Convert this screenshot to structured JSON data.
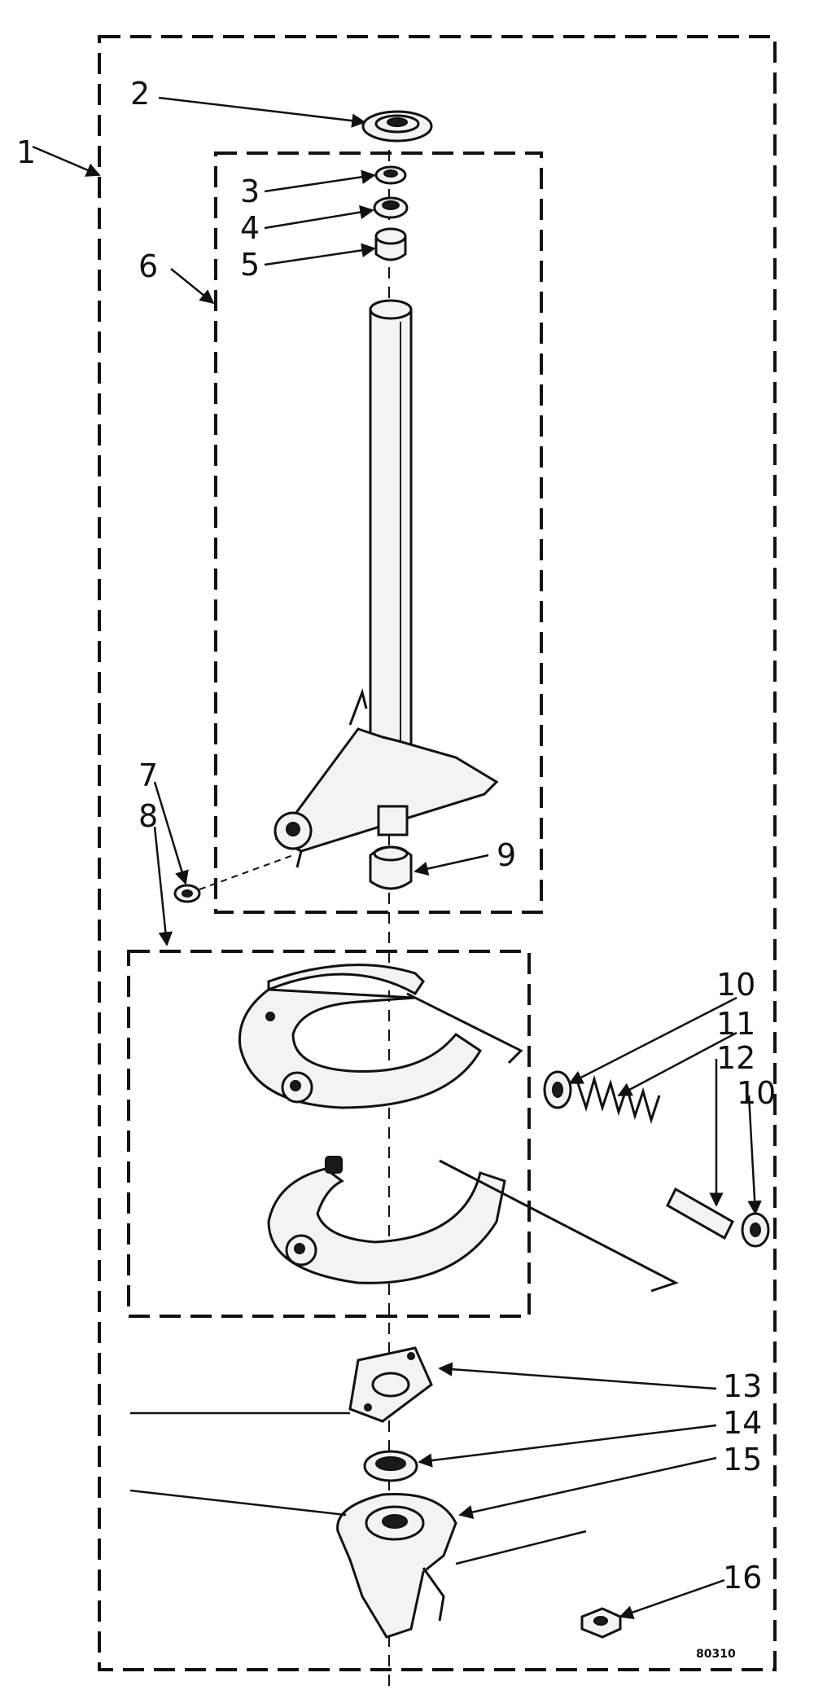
{
  "callouts": [
    {
      "id": "c1",
      "label": "1"
    },
    {
      "id": "c2",
      "label": "2"
    },
    {
      "id": "c3",
      "label": "3"
    },
    {
      "id": "c4",
      "label": "4"
    },
    {
      "id": "c5",
      "label": "5"
    },
    {
      "id": "c6",
      "label": "6"
    },
    {
      "id": "c7",
      "label": "7"
    },
    {
      "id": "c8",
      "label": "8"
    },
    {
      "id": "c9",
      "label": "9"
    },
    {
      "id": "c10a",
      "label": "10"
    },
    {
      "id": "c11",
      "label": "11"
    },
    {
      "id": "c12",
      "label": "12"
    },
    {
      "id": "c10b",
      "label": "10"
    },
    {
      "id": "c13",
      "label": "13"
    },
    {
      "id": "c14",
      "label": "14"
    },
    {
      "id": "c15",
      "label": "15"
    },
    {
      "id": "c16",
      "label": "16"
    }
  ],
  "catalog_number": "80310"
}
